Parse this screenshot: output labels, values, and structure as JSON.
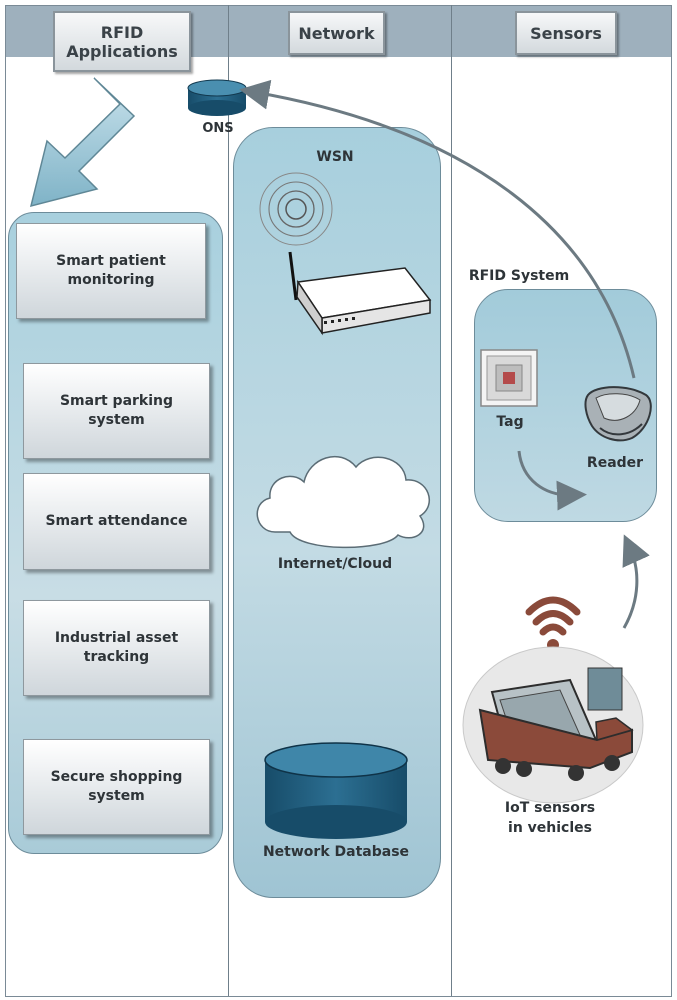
{
  "headers": {
    "rfid_applications": "RFID\nApplications",
    "network": "Network",
    "sensors": "Sensors"
  },
  "ons_label": "ONS",
  "applications": [
    "Smart patient\nmonitoring",
    "Smart parking\nsystem",
    "Smart attendance",
    "Industrial asset\ntracking",
    "Secure shopping\nsystem"
  ],
  "network": {
    "wsn_label": "WSN",
    "cloud_label": "Internet/Cloud",
    "database_label": "Network Database"
  },
  "sensors": {
    "rfid_system_label": "RFID System",
    "tag_label": "Tag",
    "reader_label": "Reader",
    "vehicle_label": "IoT sensors\nin vehicles"
  },
  "icons": [
    "ons-database-icon",
    "wireless-router-icon",
    "cloud-icon",
    "database-icon",
    "rfid-tag-icon",
    "rfid-reader-icon",
    "truck-icon",
    "wifi-signal-icon"
  ],
  "colors": {
    "panel": "#b4d5e1",
    "database": "#1e5a7a",
    "arrow": "#6c7a82",
    "header_band": "#9eb0bd"
  }
}
